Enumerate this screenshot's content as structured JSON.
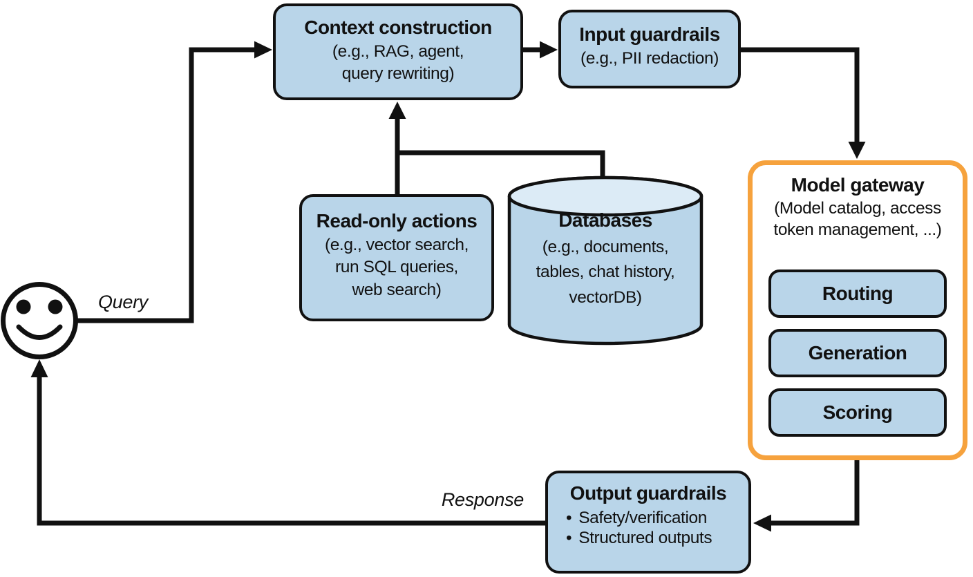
{
  "diagram": {
    "colors": {
      "box_fill": "#b9d5e9",
      "box_border": "#111111",
      "cylinder_top_fill": "#dcebf6",
      "gateway_border": "#f6a23d",
      "line": "#111111",
      "background": "#ffffff"
    },
    "nodes": {
      "context_construction": {
        "title": "Context construction",
        "subtitle_lines": [
          "(e.g., RAG, agent,",
          "query rewriting)"
        ]
      },
      "input_guardrails": {
        "title": "Input guardrails",
        "subtitle_lines": [
          "(e.g., PII redaction)"
        ]
      },
      "model_gateway": {
        "title": "Model gateway",
        "subtitle_lines": [
          "(Model catalog, access",
          "token management, ...)"
        ],
        "children": [
          {
            "label": "Routing"
          },
          {
            "label": "Generation"
          },
          {
            "label": "Scoring"
          }
        ]
      },
      "read_only_actions": {
        "title": "Read-only actions",
        "subtitle_lines": [
          "(e.g., vector search,",
          "run SQL queries,",
          "web search)"
        ]
      },
      "databases": {
        "title": "Databases",
        "subtitle_lines": [
          "(e.g., documents,",
          "tables, chat history,",
          "vectorDB)"
        ]
      },
      "output_guardrails": {
        "title": "Output guardrails",
        "bullets": [
          "Safety/verification",
          "Structured outputs"
        ]
      }
    },
    "edge_labels": {
      "query": "Query",
      "response": "Response"
    },
    "icons": {
      "user": "smiley-face-icon",
      "databases": "database-cylinder-icon"
    }
  }
}
